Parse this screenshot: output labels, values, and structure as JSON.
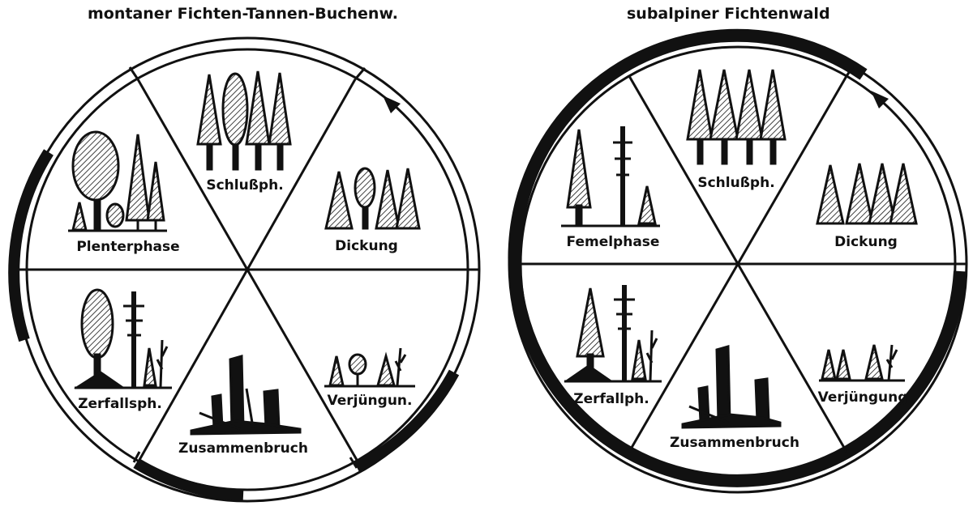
{
  "diagrams": [
    {
      "title": "montaner Fichten-Tannen-Buchenw.",
      "phases": [
        {
          "label": "Schlußph.",
          "icon": "closed-stand-trees-icon"
        },
        {
          "label": "Dickung",
          "icon": "thicket-trees-icon"
        },
        {
          "label": "Verjüngun.",
          "icon": "regeneration-trees-icon"
        },
        {
          "label": "Zusammenbruch",
          "icon": "collapse-debris-icon"
        },
        {
          "label": "Zerfallsph.",
          "icon": "decay-trees-icon"
        },
        {
          "label": "Plenterphase",
          "icon": "selection-forest-trees-icon"
        }
      ]
    },
    {
      "title": "subalpiner Fichtenwald",
      "phases": [
        {
          "label": "Schlußph.",
          "icon": "closed-stand-spruce-icon"
        },
        {
          "label": "Dickung",
          "icon": "thicket-spruce-icon"
        },
        {
          "label": "Verjüngung",
          "icon": "regeneration-spruce-icon"
        },
        {
          "label": "Zusammenbruch",
          "icon": "collapse-debris-icon"
        },
        {
          "label": "Zerfallph.",
          "icon": "decay-spruce-icon"
        },
        {
          "label": "Femelphase",
          "icon": "group-selection-spruce-icon"
        }
      ]
    }
  ],
  "colors": {
    "ink": "#111111",
    "paper": "#ffffff"
  }
}
